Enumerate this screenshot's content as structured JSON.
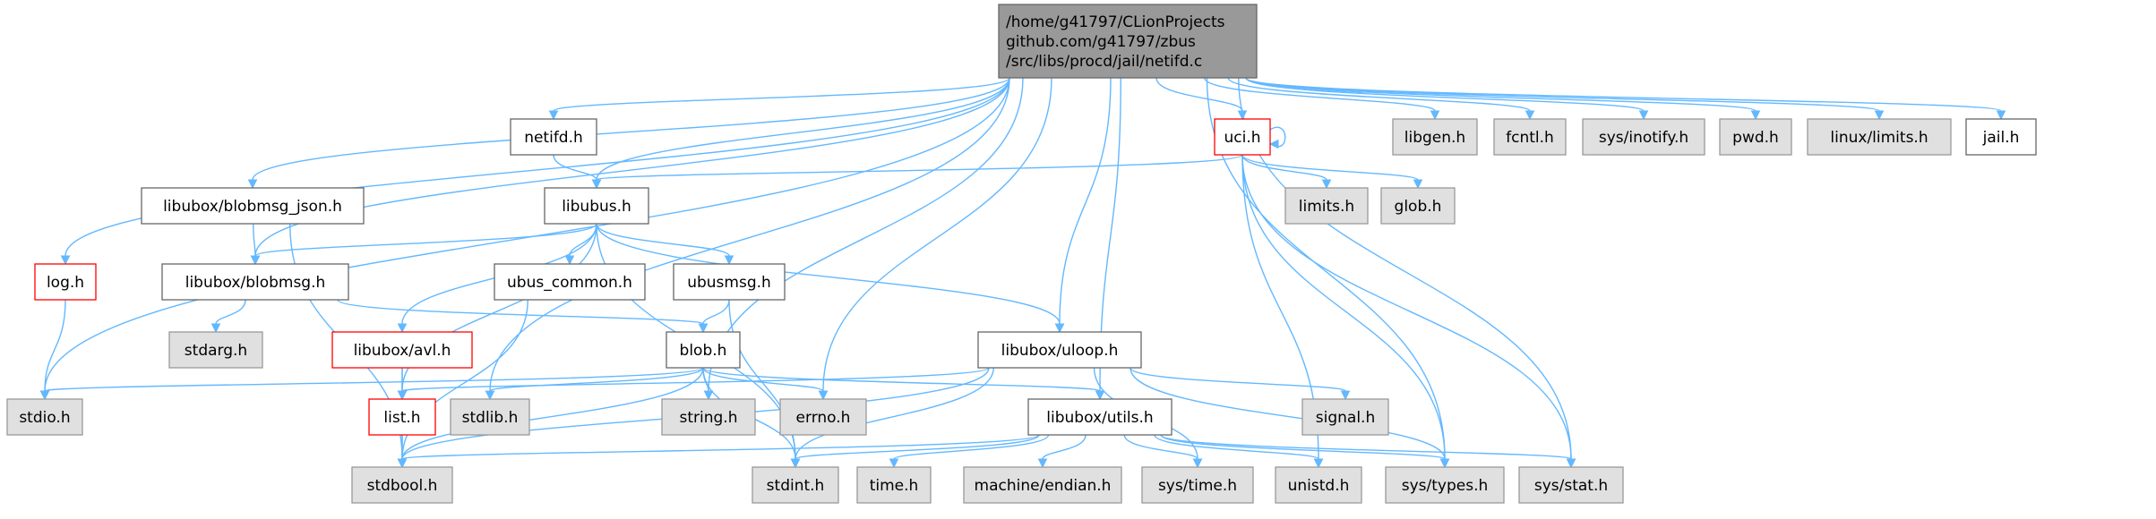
{
  "colors": {
    "edge": "#63b8ff",
    "root_fill": "#999999",
    "root_border": "#666666",
    "documented_fill": "#ffffff",
    "documented_border": "#666666",
    "external_fill": "#e0e0e0",
    "external_border": "#999999",
    "highlight_border": "#ff0000",
    "text": "#000000"
  },
  "nodes": [
    {
      "id": "root",
      "lines": [
        "/home/g41797/CLionProjects",
        "github.com/g41797/zbus",
        "/src/libs/procd/jail/netifd.c"
      ],
      "style": "root"
    },
    {
      "id": "netifd_h",
      "lines": [
        "netifd.h"
      ],
      "style": "documented"
    },
    {
      "id": "uci_h",
      "lines": [
        "uci.h"
      ],
      "style": "highlight"
    },
    {
      "id": "libgen_h",
      "lines": [
        "libgen.h"
      ],
      "style": "external"
    },
    {
      "id": "fcntl_h",
      "lines": [
        "fcntl.h"
      ],
      "style": "external"
    },
    {
      "id": "sys_inotify_h",
      "lines": [
        "sys/inotify.h"
      ],
      "style": "external"
    },
    {
      "id": "pwd_h",
      "lines": [
        "pwd.h"
      ],
      "style": "external"
    },
    {
      "id": "linux_limits_h",
      "lines": [
        "linux/limits.h"
      ],
      "style": "external"
    },
    {
      "id": "jail_h",
      "lines": [
        "jail.h"
      ],
      "style": "documented"
    },
    {
      "id": "libubus_h",
      "lines": [
        "libubus.h"
      ],
      "style": "documented"
    },
    {
      "id": "blobmsg_json_h",
      "lines": [
        "libubox/blobmsg_json.h"
      ],
      "style": "documented"
    },
    {
      "id": "limits_h",
      "lines": [
        "limits.h"
      ],
      "style": "external"
    },
    {
      "id": "glob_h",
      "lines": [
        "glob.h"
      ],
      "style": "external"
    },
    {
      "id": "log_h",
      "lines": [
        "log.h"
      ],
      "style": "highlight"
    },
    {
      "id": "blobmsg_h",
      "lines": [
        "libubox/blobmsg.h"
      ],
      "style": "documented"
    },
    {
      "id": "ubus_common_h",
      "lines": [
        "ubus_common.h"
      ],
      "style": "documented"
    },
    {
      "id": "ubusmsg_h",
      "lines": [
        "ubusmsg.h"
      ],
      "style": "documented"
    },
    {
      "id": "stdarg_h",
      "lines": [
        "stdarg.h"
      ],
      "style": "external"
    },
    {
      "id": "avl_h",
      "lines": [
        "libubox/avl.h"
      ],
      "style": "highlight"
    },
    {
      "id": "blob_h",
      "lines": [
        "blob.h"
      ],
      "style": "documented"
    },
    {
      "id": "uloop_h",
      "lines": [
        "libubox/uloop.h"
      ],
      "style": "documented"
    },
    {
      "id": "stdio_h",
      "lines": [
        "stdio.h"
      ],
      "style": "external"
    },
    {
      "id": "list_h",
      "lines": [
        "list.h"
      ],
      "style": "highlight"
    },
    {
      "id": "stdlib_h",
      "lines": [
        "stdlib.h"
      ],
      "style": "external"
    },
    {
      "id": "string_h",
      "lines": [
        "string.h"
      ],
      "style": "external"
    },
    {
      "id": "errno_h",
      "lines": [
        "errno.h"
      ],
      "style": "external"
    },
    {
      "id": "utils_h",
      "lines": [
        "libubox/utils.h"
      ],
      "style": "documented"
    },
    {
      "id": "signal_h",
      "lines": [
        "signal.h"
      ],
      "style": "external"
    },
    {
      "id": "stdbool_h",
      "lines": [
        "stdbool.h"
      ],
      "style": "external"
    },
    {
      "id": "stdint_h",
      "lines": [
        "stdint.h"
      ],
      "style": "external"
    },
    {
      "id": "time_h",
      "lines": [
        "time.h"
      ],
      "style": "external"
    },
    {
      "id": "machine_endian_h",
      "lines": [
        "machine/endian.h"
      ],
      "style": "external"
    },
    {
      "id": "sys_time_h",
      "lines": [
        "sys/time.h"
      ],
      "style": "external"
    },
    {
      "id": "unistd_h",
      "lines": [
        "unistd.h"
      ],
      "style": "external"
    },
    {
      "id": "sys_types_h",
      "lines": [
        "sys/types.h"
      ],
      "style": "external"
    },
    {
      "id": "sys_stat_h",
      "lines": [
        "sys/stat.h"
      ],
      "style": "external"
    }
  ],
  "edges": [
    [
      "root",
      "netifd_h"
    ],
    [
      "root",
      "uci_h"
    ],
    [
      "root",
      "libgen_h"
    ],
    [
      "root",
      "fcntl_h"
    ],
    [
      "root",
      "sys_inotify_h"
    ],
    [
      "root",
      "pwd_h"
    ],
    [
      "root",
      "linux_limits_h"
    ],
    [
      "root",
      "jail_h"
    ],
    [
      "root",
      "libubus_h"
    ],
    [
      "root",
      "blobmsg_json_h"
    ],
    [
      "root",
      "log_h"
    ],
    [
      "root",
      "blobmsg_h"
    ],
    [
      "root",
      "stdio_h"
    ],
    [
      "root",
      "stdlib_h"
    ],
    [
      "root",
      "string_h"
    ],
    [
      "root",
      "errno_h"
    ],
    [
      "root",
      "uloop_h"
    ],
    [
      "root",
      "utils_h"
    ],
    [
      "root",
      "sys_types_h"
    ],
    [
      "root",
      "sys_stat_h"
    ],
    [
      "netifd_h",
      "libubus_h"
    ],
    [
      "uci_h",
      "uci_h"
    ],
    [
      "uci_h",
      "libubus_h"
    ],
    [
      "uci_h",
      "limits_h"
    ],
    [
      "uci_h",
      "glob_h"
    ],
    [
      "uci_h",
      "unistd_h"
    ],
    [
      "uci_h",
      "sys_types_h"
    ],
    [
      "uci_h",
      "sys_stat_h"
    ],
    [
      "libubus_h",
      "blobmsg_h"
    ],
    [
      "libubus_h",
      "ubus_common_h"
    ],
    [
      "libubus_h",
      "ubusmsg_h"
    ],
    [
      "libubus_h",
      "avl_h"
    ],
    [
      "libubus_h",
      "uloop_h"
    ],
    [
      "libubus_h",
      "list_h"
    ],
    [
      "libubus_h",
      "stdint_h"
    ],
    [
      "blobmsg_json_h",
      "blobmsg_h"
    ],
    [
      "blobmsg_json_h",
      "stdbool_h"
    ],
    [
      "log_h",
      "stdio_h"
    ],
    [
      "blobmsg_h",
      "stdarg_h"
    ],
    [
      "blobmsg_h",
      "blob_h"
    ],
    [
      "ubus_common_h",
      "stdbool_h"
    ],
    [
      "ubusmsg_h",
      "blob_h"
    ],
    [
      "ubusmsg_h",
      "stdint_h"
    ],
    [
      "avl_h",
      "list_h"
    ],
    [
      "avl_h",
      "stdbool_h"
    ],
    [
      "blob_h",
      "stdio_h"
    ],
    [
      "blob_h",
      "stdlib_h"
    ],
    [
      "blob_h",
      "string_h"
    ],
    [
      "blob_h",
      "errno_h"
    ],
    [
      "blob_h",
      "utils_h"
    ],
    [
      "blob_h",
      "stdbool_h"
    ],
    [
      "blob_h",
      "stdint_h"
    ],
    [
      "uloop_h",
      "list_h"
    ],
    [
      "uloop_h",
      "signal_h"
    ],
    [
      "uloop_h",
      "sys_time_h"
    ],
    [
      "uloop_h",
      "sys_types_h"
    ],
    [
      "uloop_h",
      "stdbool_h"
    ],
    [
      "uloop_h",
      "stdint_h"
    ],
    [
      "list_h",
      "stdbool_h"
    ],
    [
      "utils_h",
      "stdbool_h"
    ],
    [
      "utils_h",
      "stdint_h"
    ],
    [
      "utils_h",
      "time_h"
    ],
    [
      "utils_h",
      "machine_endian_h"
    ],
    [
      "utils_h",
      "sys_time_h"
    ],
    [
      "utils_h",
      "unistd_h"
    ],
    [
      "utils_h",
      "sys_types_h"
    ],
    [
      "utils_h",
      "sys_stat_h"
    ]
  ]
}
